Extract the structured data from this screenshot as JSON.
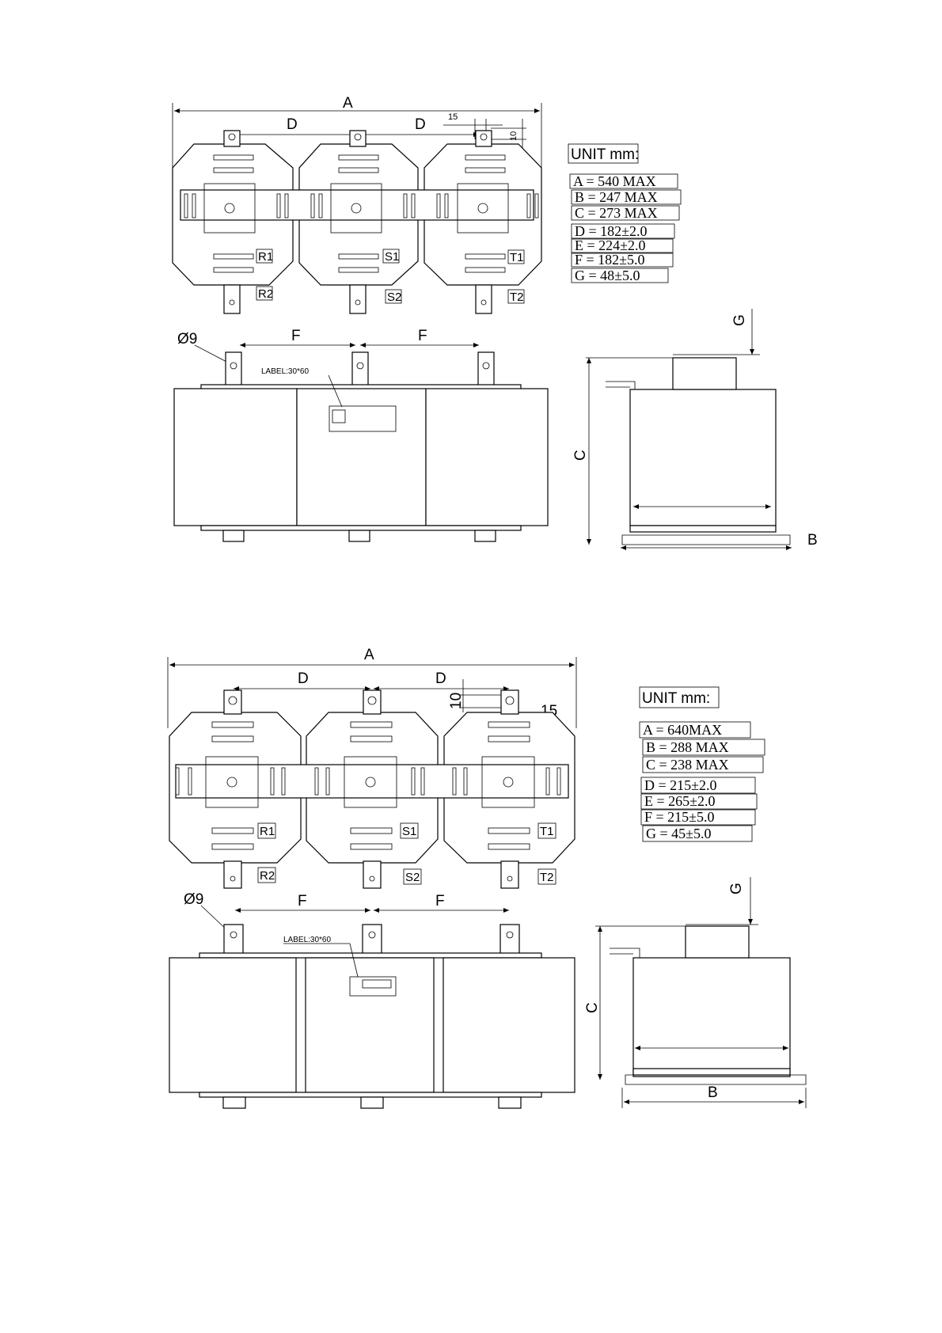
{
  "drawings": [
    {
      "dimension_letters": {
        "A": "A",
        "B": "B",
        "C": "C",
        "D": "D",
        "F": "F",
        "G": "G"
      },
      "small_dims": {
        "d15": "15",
        "d10": "10"
      },
      "hole": "Ø9",
      "label_note": "LABEL:30*60",
      "terminals": {
        "r1": "R1",
        "r2": "R2",
        "s1": "S1",
        "s2": "S2",
        "t1": "T1",
        "t2": "T2"
      },
      "unit_title": "UNIT mm:",
      "table": [
        "A = 540 MAX",
        "B = 247 MAX",
        "C = 273 MAX",
        "D = 182±2.0",
        "E = 224±2.0",
        "F = 182±5.0",
        "G = 48±5.0"
      ]
    },
    {
      "dimension_letters": {
        "A": "A",
        "B": "B",
        "C": "C",
        "D": "D",
        "F": "F",
        "G": "G"
      },
      "small_dims": {
        "d15": "15",
        "d10": "10"
      },
      "hole": "Ø9",
      "label_note": "LABEL:30*60",
      "terminals": {
        "r1": "R1",
        "r2": "R2",
        "s1": "S1",
        "s2": "S2",
        "t1": "T1",
        "t2": "T2"
      },
      "unit_title": "UNIT mm:",
      "table": [
        "A = 640MAX",
        "B = 288 MAX",
        "C = 238 MAX",
        "D = 215±2.0",
        "E = 265±2.0",
        "F = 215±5.0",
        "G = 45±5.0"
      ]
    }
  ]
}
